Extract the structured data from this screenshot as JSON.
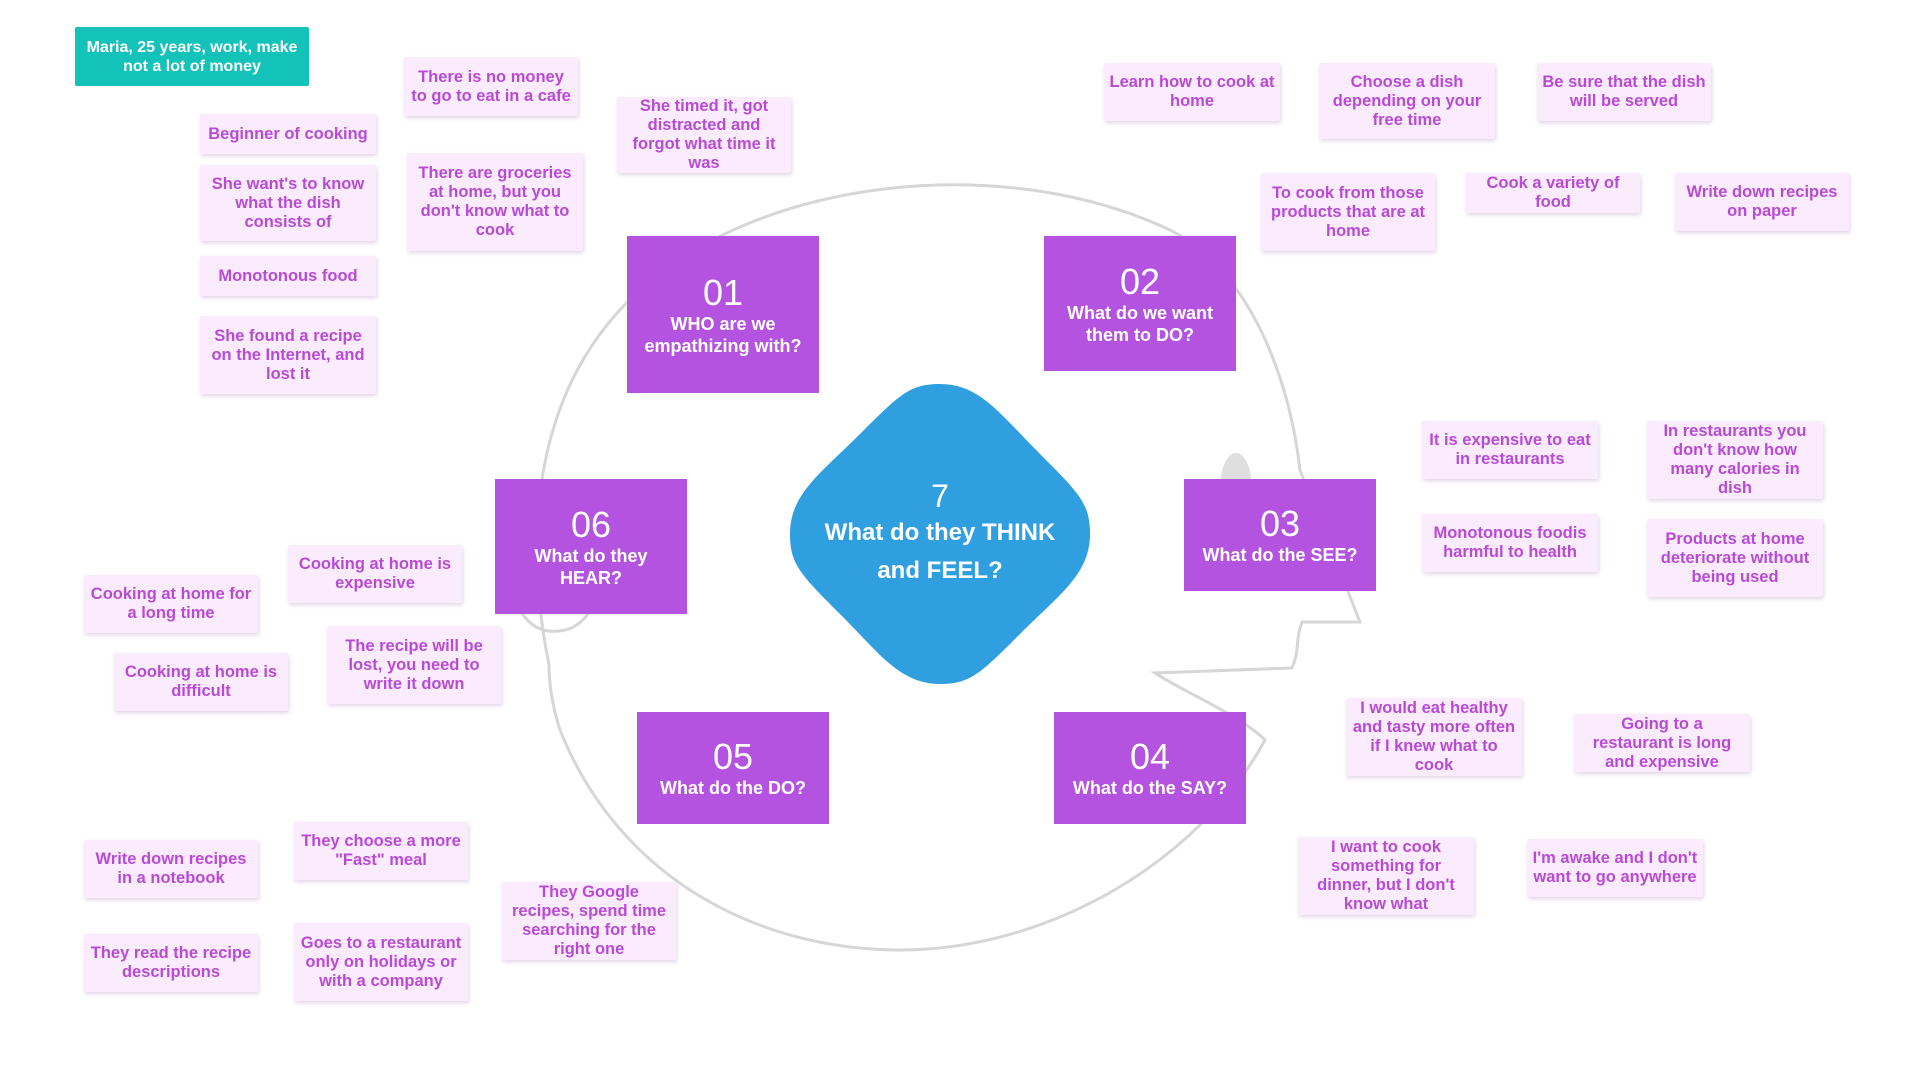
{
  "persona": "Maria, 25 years, work, make not a lot of money",
  "center": {
    "number": "7",
    "label": "What do they THINK and FEEL?"
  },
  "colors": {
    "question_box": "#b553e1",
    "center_blob": "#2f9fe0",
    "sticky_bg": "#fbecfd",
    "sticky_text": "#b94ad6",
    "persona_bg": "#13c2b8",
    "outline": "#d9d9d9"
  },
  "sections": [
    {
      "number": "01",
      "label": "WHO are we empathizing with?"
    },
    {
      "number": "02",
      "label": "What do we want them to DO?"
    },
    {
      "number": "03",
      "label": "What do the SEE?"
    },
    {
      "number": "04",
      "label": "What do the SAY?"
    },
    {
      "number": "05",
      "label": "What do the DO?"
    },
    {
      "number": "06",
      "label": "What do they HEAR?"
    }
  ],
  "notes": {
    "who": [
      "There is no money to go to eat in a cafe",
      "Beginner of cooking",
      "She timed it, got distracted and forgot what time it was",
      "She want's to know what the dish consists of",
      "There are groceries at home, but you don't know what to cook",
      "Monotonous food",
      "She found a recipe on the Internet, and lost it"
    ],
    "do_want": [
      "Learn how to cook at home",
      "Choose a dish depending on your free time",
      "Be sure that the dish will be served",
      "To cook from those products that are at home",
      "Cook a variety of food",
      "Write down recipes on paper"
    ],
    "see": [
      "It is expensive to eat in restaurants",
      "In restaurants you don't know how many calories in dish",
      "Monotonous foodis harmful to health",
      "Products at home deteriorate without being used"
    ],
    "say": [
      "I would eat healthy and tasty more often if I knew what to cook",
      "Going to a restaurant is long and expensive",
      "I want to cook something for dinner, but I don't know what",
      "I'm awake and I don't want to go anywhere"
    ],
    "do": [
      "Write down recipes in a notebook",
      "They choose a more \"Fast\" meal",
      "They Google recipes, spend time searching for the right one",
      "They read the recipe descriptions",
      "Goes to a restaurant only on holidays or with a company"
    ],
    "hear": [
      "Cooking at home is expensive",
      "Cooking at home for a long time",
      "The recipe will be lost, you need to write it down",
      "Cooking at home is difficult"
    ]
  }
}
